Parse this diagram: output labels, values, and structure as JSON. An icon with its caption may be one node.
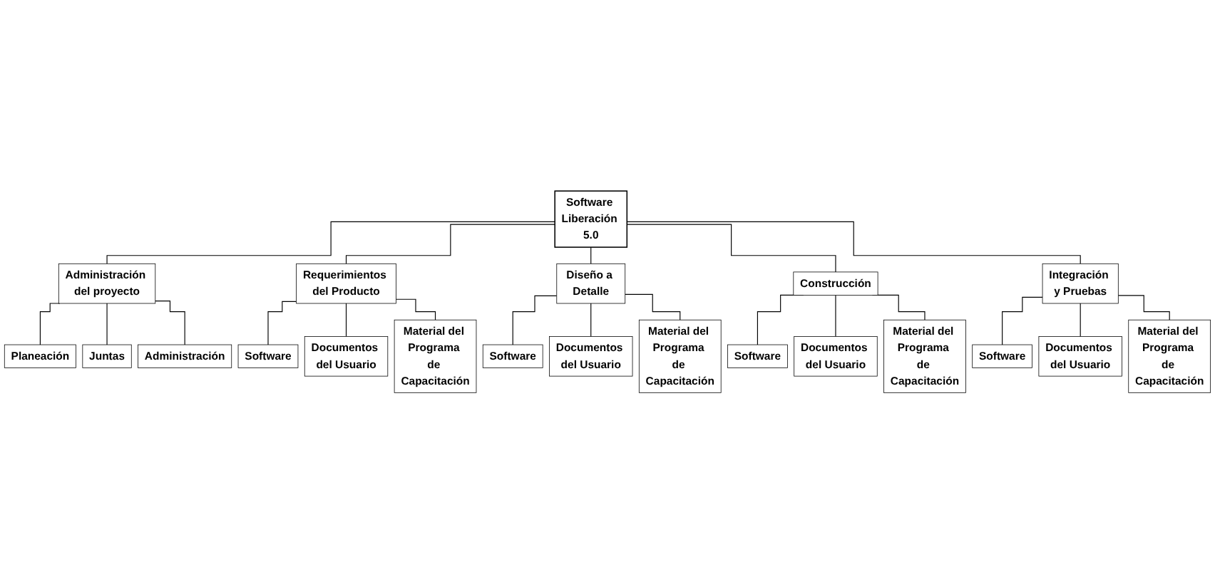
{
  "diagram": {
    "nodes": [
      {
        "text": [
          "Software Liberación 5.0"
        ]
      },
      {
        "text": [
          "Administración del proyecto"
        ]
      },
      {
        "text": [
          "Planeación"
        ]
      },
      {
        "text": [
          "Juntas"
        ]
      },
      {
        "text": [
          "Administración"
        ]
      },
      {
        "text": [
          "Requerimientos del Producto"
        ]
      },
      {
        "text": [
          "Software"
        ]
      },
      {
        "text": [
          "Documentos del Usuario"
        ]
      },
      {
        "text": [
          "Material del Programa de Capacitación"
        ]
      },
      {
        "text": [
          "Diseño a Detalle"
        ]
      },
      {
        "text": [
          "Software"
        ]
      },
      {
        "text": [
          "Documentos del Usuario"
        ]
      },
      {
        "text": [
          "Material del Programa de Capacitación"
        ]
      },
      {
        "text": [
          "Construcción"
        ]
      },
      {
        "text": [
          "Software"
        ]
      },
      {
        "text": [
          "Documentos del Usuario"
        ]
      },
      {
        "text": [
          "Material del Programa de Capacitación"
        ]
      },
      {
        "text": [
          "Integración y Pruebas"
        ]
      },
      {
        "text": [
          "Software"
        ]
      },
      {
        "text": [
          "Documentos del Usuario"
        ]
      },
      {
        "text": [
          "Material del Programa de Capacitación"
        ]
      }
    ],
    "edges": [
      {
        "from": 0,
        "to": 1,
        "arrow": "none"
      },
      {
        "from": 0,
        "to": 5,
        "arrow": "none"
      },
      {
        "from": 0,
        "to": 9,
        "arrow": "none"
      },
      {
        "from": 0,
        "to": 13,
        "arrow": "none"
      },
      {
        "from": 0,
        "to": 17,
        "arrow": "none"
      },
      {
        "from": 1,
        "to": 2,
        "arrow": "none"
      },
      {
        "from": 1,
        "to": 3,
        "arrow": "none"
      },
      {
        "from": 1,
        "to": 4,
        "arrow": "none"
      },
      {
        "from": 5,
        "to": 6,
        "arrow": "none"
      },
      {
        "from": 5,
        "to": 7,
        "arrow": "none"
      },
      {
        "from": 5,
        "to": 8,
        "arrow": "none"
      },
      {
        "from": 9,
        "to": 10,
        "arrow": "none"
      },
      {
        "from": 9,
        "to": 11,
        "arrow": "none"
      },
      {
        "from": 9,
        "to": 12,
        "arrow": "none"
      },
      {
        "from": 13,
        "to": 14,
        "arrow": "none"
      },
      {
        "from": 13,
        "to": 15,
        "arrow": "none"
      },
      {
        "from": 13,
        "to": 16,
        "arrow": "none"
      },
      {
        "from": 17,
        "to": 18,
        "arrow": "none"
      },
      {
        "from": 17,
        "to": 19,
        "arrow": "none"
      },
      {
        "from": 17,
        "to": 20,
        "arrow": "none"
      }
    ]
  }
}
